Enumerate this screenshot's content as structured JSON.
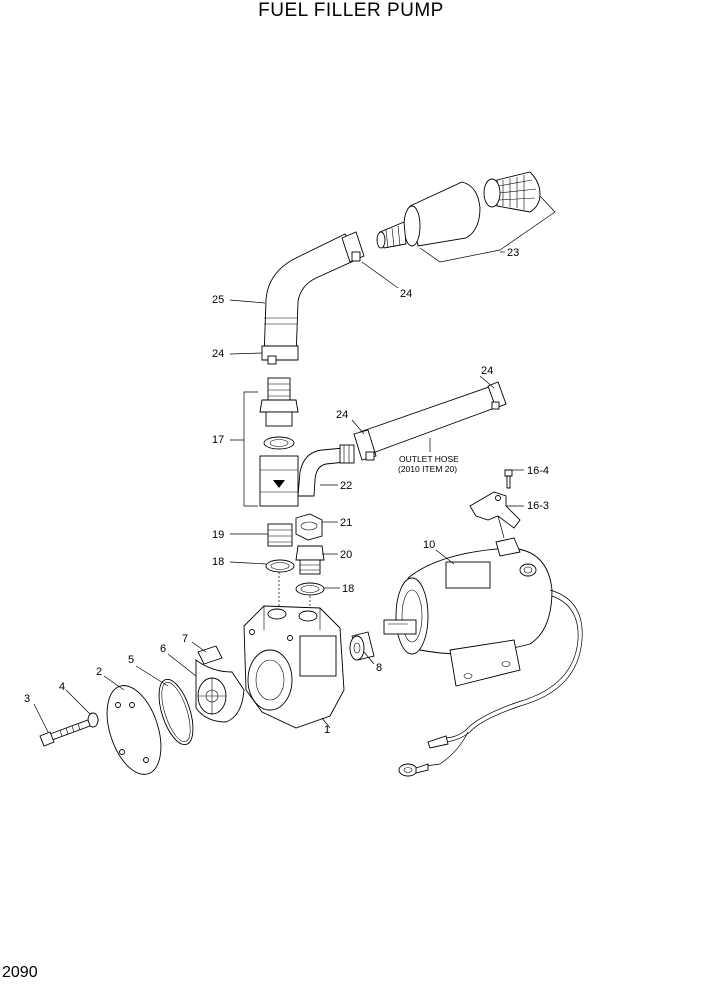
{
  "title": "FUEL FILLER PUMP",
  "page_number": "2090",
  "callouts": [
    {
      "id": "c25",
      "text": "25"
    },
    {
      "id": "c24a",
      "text": "24"
    },
    {
      "id": "c24b",
      "text": "24"
    },
    {
      "id": "c23",
      "text": "23"
    },
    {
      "id": "c24c",
      "text": "24"
    },
    {
      "id": "c24d",
      "text": "24"
    },
    {
      "id": "c17",
      "text": "17"
    },
    {
      "id": "c22",
      "text": "22"
    },
    {
      "id": "c16_4",
      "text": "16-4"
    },
    {
      "id": "c16_3",
      "text": "16-3"
    },
    {
      "id": "c19",
      "text": "19"
    },
    {
      "id": "c21",
      "text": "21"
    },
    {
      "id": "c10",
      "text": "10"
    },
    {
      "id": "c18a",
      "text": "18"
    },
    {
      "id": "c20",
      "text": "20"
    },
    {
      "id": "c18b",
      "text": "18"
    },
    {
      "id": "c7",
      "text": "7"
    },
    {
      "id": "c6",
      "text": "6"
    },
    {
      "id": "c5",
      "text": "5"
    },
    {
      "id": "c2",
      "text": "2"
    },
    {
      "id": "c4",
      "text": "4"
    },
    {
      "id": "c3",
      "text": "3"
    },
    {
      "id": "c8",
      "text": "8"
    },
    {
      "id": "c1",
      "text": "1"
    }
  ],
  "outlet_note": {
    "line1": "OUTLET HOSE",
    "line2": "(2010 ITEM 20)"
  }
}
